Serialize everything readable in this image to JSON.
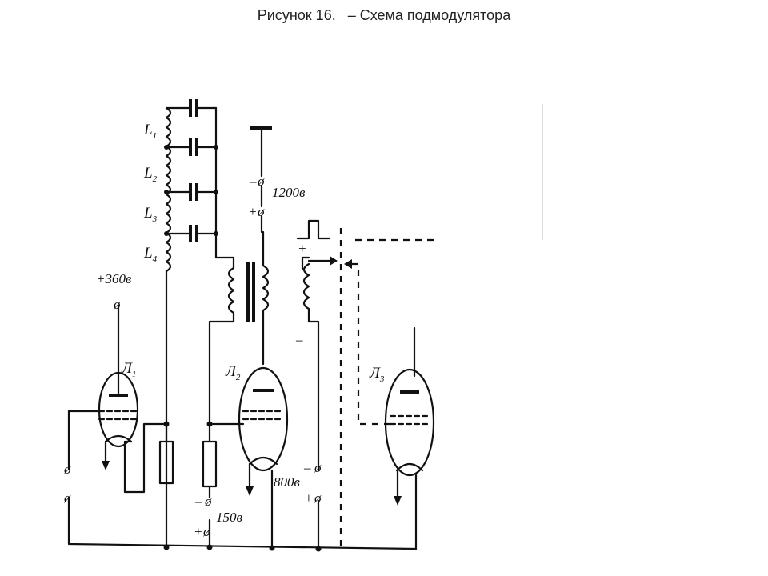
{
  "caption": "Рисунок 16.   – Схема подмодулятора",
  "labels": {
    "L1": "L",
    "L1_sub": "1",
    "L2": "L",
    "L2_sub": "2",
    "L3": "L",
    "L3_sub": "3",
    "L4": "L",
    "L4_sub": "4",
    "tube1": "Л",
    "tube1_sub": "1",
    "tube2": "Л",
    "tube2_sub": "2",
    "tube3": "Л",
    "tube3_sub": "3",
    "v360": "+360в",
    "v1200": "1200в",
    "v800": "800в",
    "v150": "150в",
    "minus": "–",
    "plus": "+",
    "terminal": "ø"
  }
}
